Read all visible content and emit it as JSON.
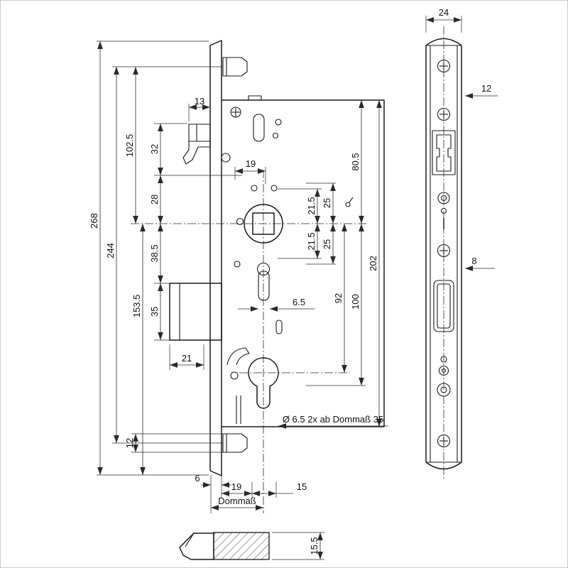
{
  "colors": {
    "line": "#1a1a1a",
    "dimension": "#2a2a2a",
    "background": "#ffffff"
  },
  "dims": {
    "total_length": "268",
    "bolt_centers": "244",
    "upper_length": "102.5",
    "lower_length": "153.5",
    "latch_width": "13",
    "dim_32": "32",
    "dim_28": "28",
    "dim_19_mid": "19",
    "dim_38_5": "38.5",
    "deadbolt_height": "35",
    "deadbolt_throw": "21",
    "bottom_bolt_height": "12",
    "faceplate_thickness": "6",
    "dim_19_bottom": "19",
    "dim_15": "15",
    "backset_label": "Dommaß",
    "dim_80_5": "80.5",
    "dim_21_5_upper": "21.5",
    "dim_25_upper": "25",
    "dim_21_5_lower": "21.5",
    "dim_25_lower": "25",
    "case_height": "202",
    "dim_92": "92",
    "dim_100": "100",
    "dim_6_5": "6.5",
    "hole_note": "Ø 6.5 2x ab Dommaß 35",
    "faceplate_width": "24",
    "dim_12_side": "12",
    "dim_8_side": "8",
    "latch_height": "15.5"
  }
}
